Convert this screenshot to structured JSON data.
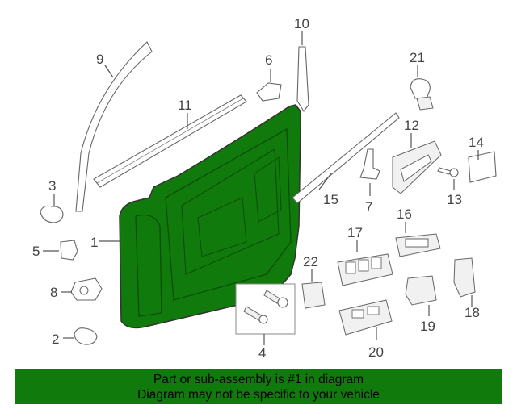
{
  "diagram": {
    "highlight_color": "#117a0c",
    "callouts": [
      "1",
      "2",
      "3",
      "4",
      "5",
      "6",
      "7",
      "8",
      "9",
      "10",
      "11",
      "12",
      "13",
      "14",
      "15",
      "16",
      "17",
      "18",
      "19",
      "20",
      "21",
      "22"
    ]
  },
  "banner": {
    "line1": "Part or sub-assembly is #1 in diagram",
    "line2": "Diagram may not be specific to your vehicle"
  }
}
